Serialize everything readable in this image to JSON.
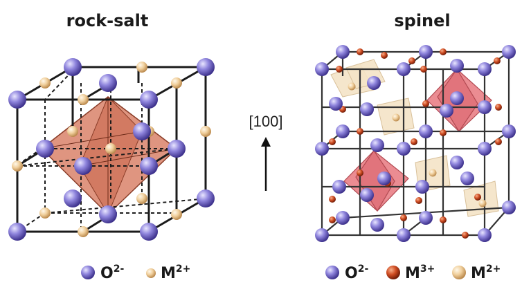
{
  "panels": {
    "left": {
      "title": "rock-salt"
    },
    "right": {
      "title": "spinel"
    }
  },
  "direction": {
    "label": "[100]"
  },
  "legend_left": [
    {
      "ion": "O",
      "charge": "2-",
      "color": "#8a7fd6"
    },
    {
      "ion": "M",
      "charge": "2+",
      "color": "#f0cf9c"
    }
  ],
  "legend_right": [
    {
      "ion": "O",
      "charge": "2-",
      "color": "#8a7fd6"
    },
    {
      "ion": "M",
      "charge": "3+",
      "color": "#c8461f"
    },
    {
      "ion": "M",
      "charge": "2+",
      "color": "#f0cf9c"
    }
  ],
  "colors": {
    "oxygen": "#8a7fd6",
    "m2": "#f0cf9c",
    "m3": "#c8461f",
    "octahedron_rocksalt": "#d9836a",
    "octahedron_spinel": "#e97f86",
    "tetrahedron_spinel": "#f4e3c6"
  }
}
